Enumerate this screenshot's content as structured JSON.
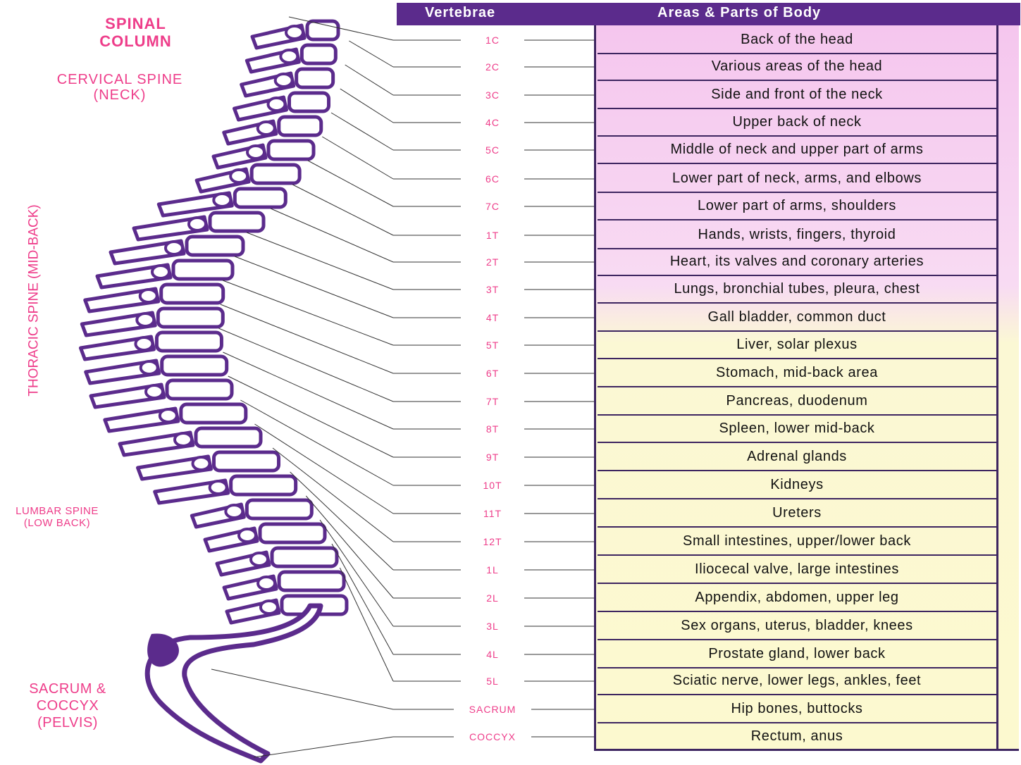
{
  "title": "SPINAL COLUMN",
  "regions": {
    "cervical": "CERVICAL SPINE (NECK)",
    "thoracic": "THORACIC SPINE (MID-BACK)",
    "lumbar": "LUMBAR SPINE (LOW BACK)",
    "sacrum": "SACRUM & COCCYX (PELVIS)"
  },
  "header": {
    "vertebrae": "Vertebrae",
    "areas": "Areas & Parts of Body"
  },
  "colors": {
    "header_bg": "#5b2b8c",
    "spine": "#5b2b8c",
    "label_pink": "#ee3d8a",
    "table_upper": "#f5c6ee",
    "table_lower": "#fcf9cf"
  },
  "rows": [
    {
      "vertebra": "1C",
      "area": "Back of the head"
    },
    {
      "vertebra": "2C",
      "area": "Various areas of the head"
    },
    {
      "vertebra": "3C",
      "area": "Side and front of the neck"
    },
    {
      "vertebra": "4C",
      "area": "Upper back of neck"
    },
    {
      "vertebra": "5C",
      "area": "Middle of neck and upper part of arms"
    },
    {
      "vertebra": "6C",
      "area": "Lower part of neck, arms, and elbows"
    },
    {
      "vertebra": "7C",
      "area": "Lower part of arms, shoulders"
    },
    {
      "vertebra": "1T",
      "area": "Hands, wrists, fingers, thyroid"
    },
    {
      "vertebra": "2T",
      "area": "Heart, its valves and coronary arteries"
    },
    {
      "vertebra": "3T",
      "area": "Lungs, bronchial tubes, pleura, chest"
    },
    {
      "vertebra": "4T",
      "area": "Gall bladder, common duct"
    },
    {
      "vertebra": "5T",
      "area": "Liver, solar plexus"
    },
    {
      "vertebra": "6T",
      "area": "Stomach, mid-back area"
    },
    {
      "vertebra": "7T",
      "area": "Pancreas, duodenum"
    },
    {
      "vertebra": "8T",
      "area": "Spleen, lower mid-back"
    },
    {
      "vertebra": "9T",
      "area": "Adrenal glands"
    },
    {
      "vertebra": "10T",
      "area": "Kidneys"
    },
    {
      "vertebra": "11T",
      "area": "Ureters"
    },
    {
      "vertebra": "12T",
      "area": "Small intestines, upper/lower back"
    },
    {
      "vertebra": "1L",
      "area": "Iliocecal valve, large intestines"
    },
    {
      "vertebra": "2L",
      "area": "Appendix, abdomen, upper leg"
    },
    {
      "vertebra": "3L",
      "area": "Sex organs, uterus, bladder, knees"
    },
    {
      "vertebra": "4L",
      "area": "Prostate gland, lower back"
    },
    {
      "vertebra": "5L",
      "area": "Sciatic nerve, lower legs, ankles, feet"
    },
    {
      "vertebra": "SACRUM",
      "area": "Hip bones, buttocks"
    },
    {
      "vertebra": "COCCYX",
      "area": "Rectum, anus"
    }
  ]
}
